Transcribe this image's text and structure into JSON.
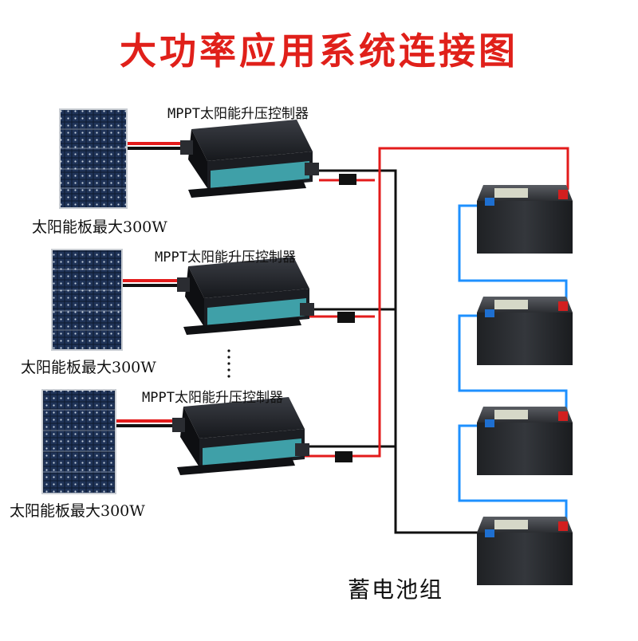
{
  "title": "大功率应用系统连接图",
  "controllers": [
    {
      "label": "MPPT太阳能升压控制器"
    },
    {
      "label": "MPPT太阳能升压控制器"
    },
    {
      "label": "MPPT太阳能升压控制器"
    }
  ],
  "panels": [
    {
      "label": "太阳能板最大300W"
    },
    {
      "label": "太阳能板最大300W"
    },
    {
      "label": "太阳能板最大300W"
    }
  ],
  "battery_bank_label": "蓄电池组",
  "colors": {
    "title": "#e0201a",
    "positive_wire": "#e31b1b",
    "negative_wire": "#111111",
    "series_link": "#1e90ff",
    "panel_cell": "#1a2a44",
    "controller_body": "#1b1d22",
    "controller_face": "#3fa0a8",
    "battery_body": "#2a2c30"
  }
}
